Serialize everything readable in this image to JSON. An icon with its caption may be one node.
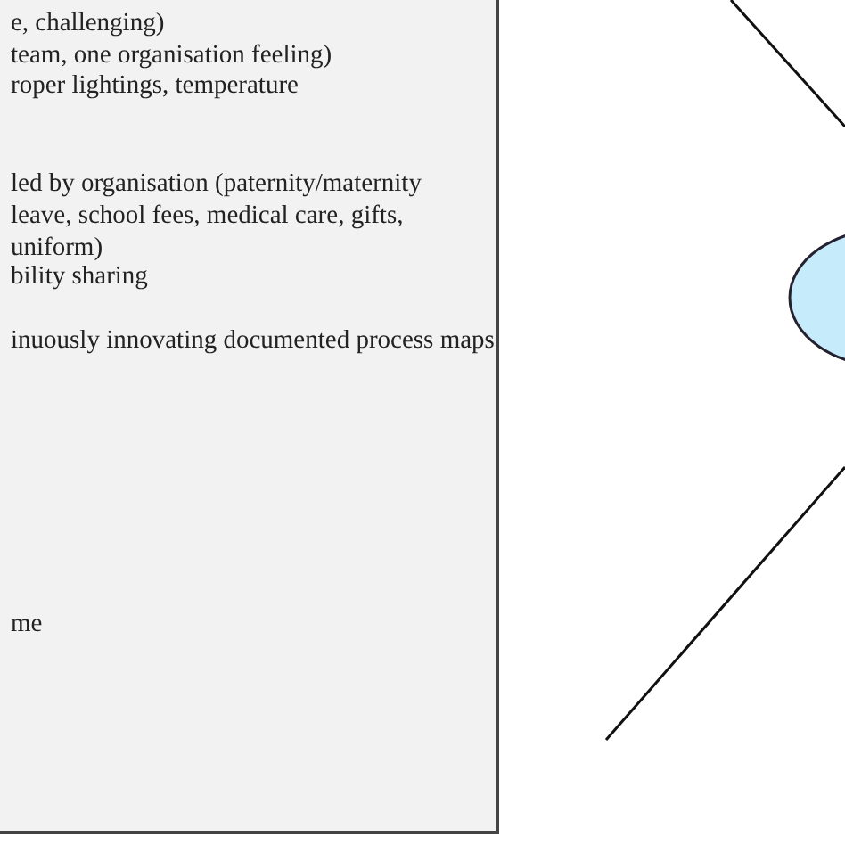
{
  "diagram": {
    "nodes": [
      {
        "text": [
          "e, challenging)",
          "team, one organisation feeling)",
          "roper lightings, temperature",
          "led by organisation (paternity/maternity leave, school fees, medical care, gifts, uniform)",
          "bility sharing",
          "inuously innovating documented process maps",
          "me"
        ]
      },
      {
        "text": [],
        "shape": "ellipse"
      }
    ]
  }
}
